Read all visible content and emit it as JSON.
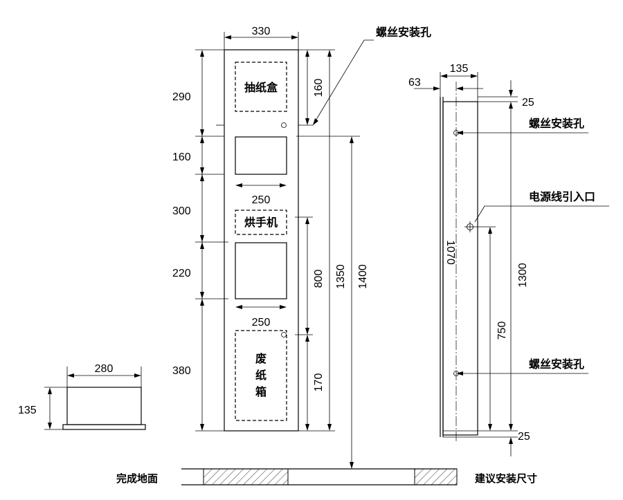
{
  "labels": {
    "screw_hole": "螺丝安装孔",
    "tissue_box": "抽纸盒",
    "hand_dryer": "烘手机",
    "waste_paper": [
      "废",
      "纸",
      "箱"
    ],
    "power_inlet": "电源线引入口",
    "finished_floor": "完成地面",
    "suggested_size": "建议安装尺寸"
  },
  "dims": {
    "front_width": "330",
    "front_h1": "290",
    "front_h2": "160",
    "front_h3": "300",
    "front_h4": "220",
    "front_h5": "380",
    "tissue_hole": "160",
    "window_w1": "250",
    "window_w2": "250",
    "dryer_h": "800",
    "waste_h": "170",
    "total_h": "1350",
    "floor_h": "1400",
    "side_135": "135",
    "side_63": "63",
    "side_25_top": "25",
    "side_25_bot": "25",
    "side_1070": "1070",
    "side_1300": "1300",
    "side_750": "750",
    "small_w": "280",
    "small_h": "135"
  }
}
